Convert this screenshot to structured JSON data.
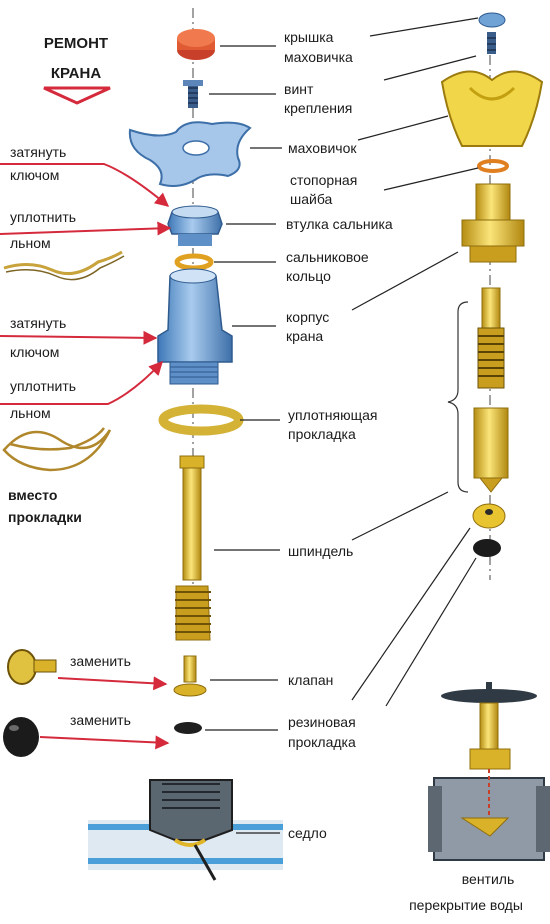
{
  "title": {
    "line1": "РЕМОНТ",
    "line2": "КРАНА"
  },
  "parts": {
    "cap": {
      "line1": "крышка",
      "line2": "маховичка"
    },
    "screw": {
      "line1": "винт",
      "line2": "крепления"
    },
    "handwheel": {
      "line1": "маховичок"
    },
    "lock_washer": {
      "line1": "стопорная",
      "line2": "шайба"
    },
    "gland_sleeve": {
      "line1": "втулка сальника"
    },
    "gland_ring": {
      "line1": "сальниковое",
      "line2": "кольцо"
    },
    "body": {
      "line1": "корпус",
      "line2": "крана"
    },
    "gasket": {
      "line1": "уплотняющая",
      "line2": "прокладка"
    },
    "spindle": {
      "line1": "шпиндель"
    },
    "valve": {
      "line1": "клапан"
    },
    "rubber_gasket": {
      "line1": "резиновая",
      "line2": "прокладка"
    },
    "seat": {
      "line1": "седло"
    }
  },
  "notes": {
    "tighten_1": {
      "line1": "затянуть",
      "line2": "ключом"
    },
    "seal_1": {
      "line1": "уплотнить",
      "line2": "льном"
    },
    "tighten_2": {
      "line1": "затянуть",
      "line2": "ключом"
    },
    "seal_2": {
      "line1": "уплотнить",
      "line2": "льном"
    },
    "instead": {
      "line1": "вместо",
      "line2": "прокладки"
    },
    "replace_1": "заменить",
    "replace_2": "заменить"
  },
  "valve_caption": {
    "line1": "вентиль",
    "line2": "перекрытие воды"
  },
  "colors": {
    "red_arrow": "#d42a3c",
    "blue_part": "#6fa3d6",
    "brass": "#e9c63a",
    "dark": "#1f1f1f",
    "pipe_blue": "#4a9fd8"
  }
}
